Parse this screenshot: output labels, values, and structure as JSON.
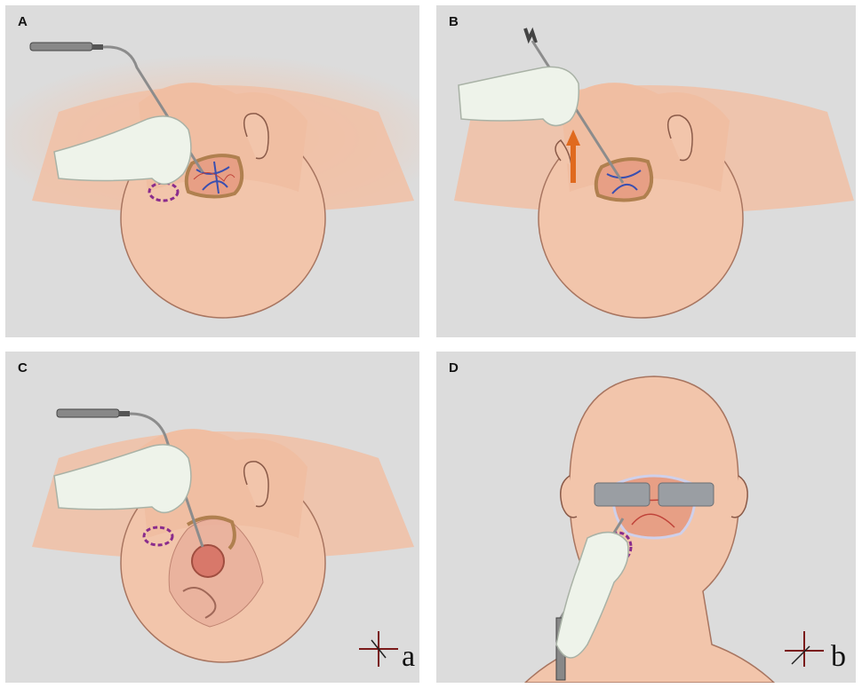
{
  "panels": [
    {
      "id": "A",
      "label": "A"
    },
    {
      "id": "B",
      "label": "B"
    },
    {
      "id": "C",
      "label": "C"
    },
    {
      "id": "D",
      "label": "D"
    }
  ],
  "orientation_markers": {
    "c": "a",
    "d": "b"
  },
  "colors": {
    "background": "#dcdcdc",
    "skin": "#f2c5ab",
    "skin_shade": "#e6ad92",
    "glove": "#eef3ea",
    "dura": "#c08a5a",
    "vein": "#3a4fb0",
    "artery": "#c0443a",
    "incision_marker": "#8a2c8c",
    "arrow": "#e06a1e",
    "orientation_axis": "#7a1a1a",
    "retractor": "#9a9ea3"
  },
  "icons": [
    "suction-instrument-icon",
    "gloved-hand-icon",
    "craniotomy-icon",
    "orientation-axis-icon",
    "arrow-up-icon"
  ]
}
